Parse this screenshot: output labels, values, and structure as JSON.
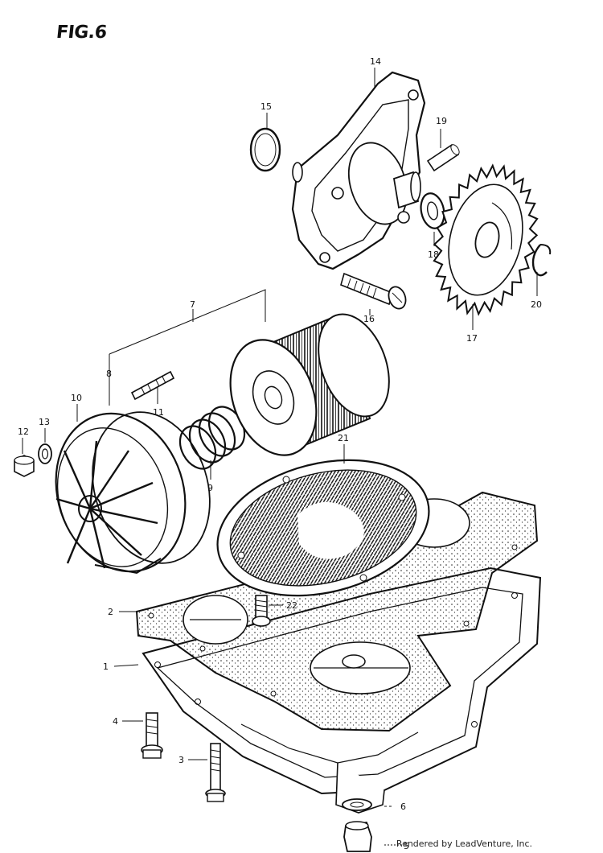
{
  "figure": {
    "title": "FIG.6"
  },
  "credit": "Rendered by LeadVenture, Inc.",
  "parts": [
    {
      "ref": "1"
    },
    {
      "ref": "2"
    },
    {
      "ref": "3"
    },
    {
      "ref": "4"
    },
    {
      "ref": "5"
    },
    {
      "ref": "6"
    },
    {
      "ref": "7"
    },
    {
      "ref": "8"
    },
    {
      "ref": "9"
    },
    {
      "ref": "10"
    },
    {
      "ref": "11"
    },
    {
      "ref": "12"
    },
    {
      "ref": "13"
    },
    {
      "ref": "14"
    },
    {
      "ref": "15"
    },
    {
      "ref": "16"
    },
    {
      "ref": "17"
    },
    {
      "ref": "18"
    },
    {
      "ref": "19"
    },
    {
      "ref": "20"
    },
    {
      "ref": "21"
    },
    {
      "ref": "22"
    }
  ]
}
